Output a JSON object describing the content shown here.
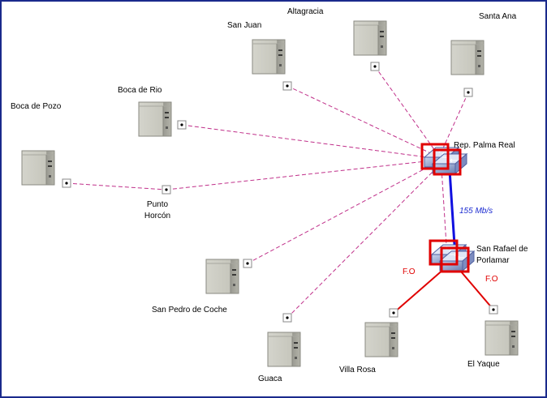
{
  "hub": {
    "name": "Rep. Palma Real"
  },
  "core": {
    "name_line1": "San Rafael de",
    "name_line2": "Porlamar"
  },
  "link": {
    "bandwidth": "155 Mb/s",
    "fiber_left": "F.O",
    "fiber_right": "F.O"
  },
  "colors": {
    "wireless": "#c0308a",
    "backbone": "#1010e0",
    "fiber": "#e00000",
    "highlight": "#e00000",
    "border": "#1a2a8c"
  },
  "sites": {
    "san_juan": "San Juan",
    "altagracia": "Altagracia",
    "santa_ana": "Santa Ana",
    "boca_de_rio": "Boca de Rio",
    "boca_de_pozo": "Boca de Pozo",
    "punto_horcon_line1": "Punto",
    "punto_horcon_line2": "Horcón",
    "san_pedro_de_coche": "San Pedro de Coche",
    "guaca": "Guaca",
    "villa_rosa": "Villa Rosa",
    "el_yaque": "El Yaque"
  }
}
